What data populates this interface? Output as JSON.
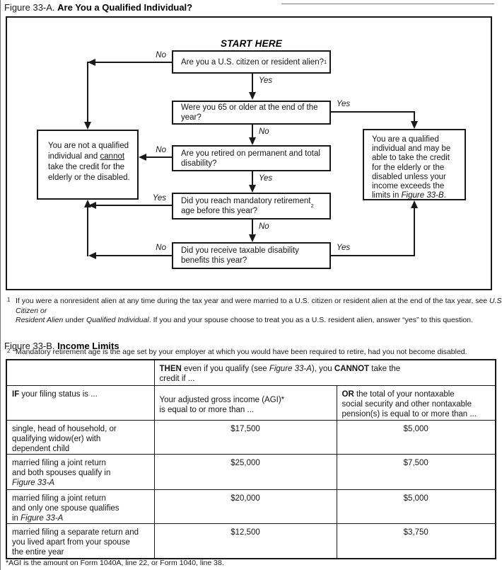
{
  "figure_a": {
    "label": "Figure 33-A.",
    "title": "Are You a Qualified Individual?",
    "start_here": "START HERE",
    "yes": "Yes",
    "no": "No",
    "q1_html": "Are you a U.S. citizen or resident alien? <sup>1</sup>",
    "q2_html": "Were you 65 or older at the end of the<br>year?",
    "q3_html": "Are you retired on permanent and total<br>disability?",
    "q4_html": "Did you reach mandatory retirement<br>age before this year? <sup>2</sup>",
    "q5_html": "Did you receive taxable disability<br>benefits this year?",
    "not_qualified_html": "You are not a qualified<br>individual and <u>cannot</u><br>take the credit for the<br>elderly or the disabled.",
    "qualified_html": "You are a qualified<br>individual and may be<br>able to take the credit<br>for the elderly or the<br>disabled unless your<br>income exceeds the<br>limits in <i>Figure 33-B</i>.",
    "footnote1_marker": "1",
    "footnote1_html": "If you were a nonresident alien at any time during the tax year and were married to a U.S. citizen or resident alien at the end of the tax year, see <i>U.S. Citizen or<br>Resident Alien</i> under <i>Qualified Individual</i>. If you and your spouse choose to treat you as a U.S. resident alien, answer “yes” to this question.",
    "footnote2_marker": "2",
    "footnote2_html": "Mandatory retirement age is the age set by your employer at which you would have been required to retire, had you not become disabled."
  },
  "figure_b": {
    "label": "Figure 33-B.",
    "title": "Income Limits",
    "table": {
      "if_header_html": "<b>IF</b> your filing status is ...",
      "then_header_html": "<b>THEN</b> even if you qualify (see <i>Figure 33-A</i>), you <b>CANNOT</b> take the<br>credit if ...",
      "agi_header_html": "Your adjusted gross income (AGI)*<br>is equal to or more than ...",
      "pension_header_html": "<b>OR</b> the total of your nontaxable<br>social security and other nontaxable<br>pension(s) is equal to or more than ...",
      "rows": [
        {
          "status_html": "single, head of household, or<br>qualifying widow(er) with<br>dependent child",
          "agi": "$17,500",
          "pension": "$5,000"
        },
        {
          "status_html": "married filing a joint return<br>and both spouses qualify in<br><i>Figure 33-A</i>",
          "agi": "$25,000",
          "pension": "$7,500"
        },
        {
          "status_html": "married filing a joint return<br>and only one spouse qualifies<br>in <i>Figure 33-A</i>",
          "agi": "$20,000",
          "pension": "$5,000"
        },
        {
          "status_html": "married filing a separate return and<br>you lived apart from your spouse<br>the entire year",
          "agi": "$12,500",
          "pension": "$3,750"
        }
      ],
      "footnote": "*AGI is the amount on Form 1040A, line 22, or Form 1040, line 38."
    }
  }
}
